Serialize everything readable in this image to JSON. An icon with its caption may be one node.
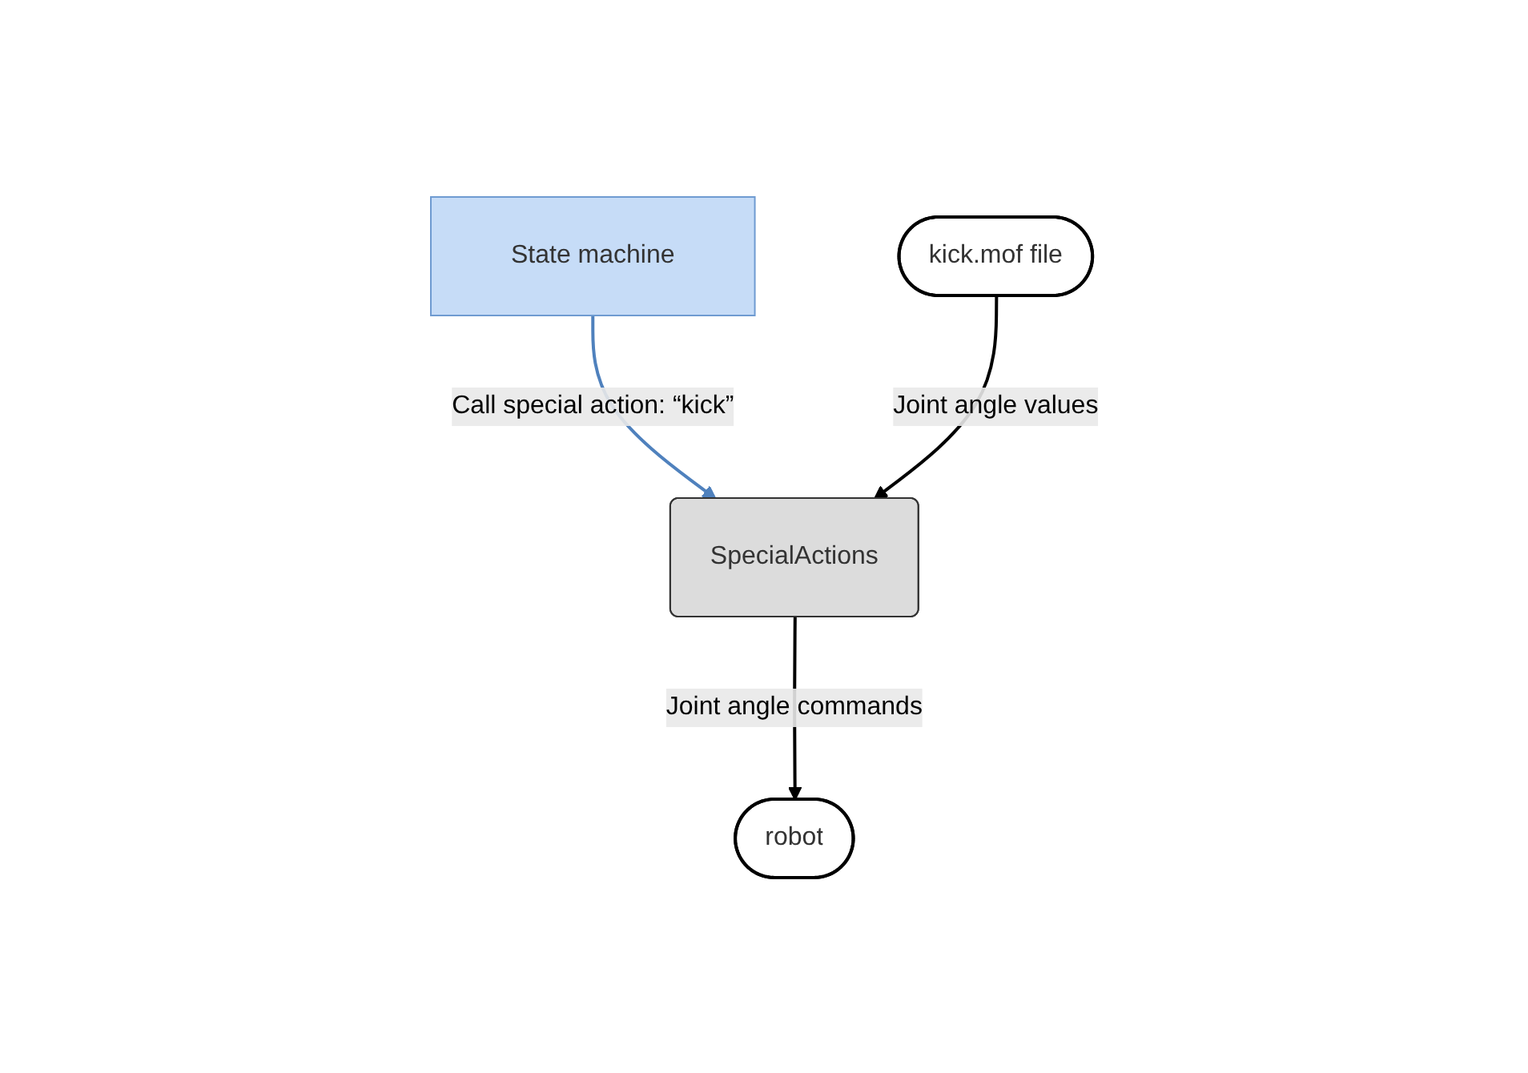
{
  "diagram": {
    "nodes": [
      {
        "text": [
          "State machine"
        ]
      },
      {
        "text": [
          "SpecialActions"
        ]
      },
      {
        "text": [
          "kick.mof file"
        ]
      },
      {
        "text": [
          "robot"
        ]
      }
    ],
    "edges": [
      {
        "from": 0,
        "to": 1,
        "arrow": "to",
        "label": "Call special action: “kick”",
        "color": "#4f81bd"
      },
      {
        "from": 2,
        "to": 1,
        "arrow": "to",
        "label": "Joint angle values"
      },
      {
        "from": 1,
        "to": 3,
        "arrow": "to",
        "label": "Joint angle commands"
      }
    ]
  }
}
